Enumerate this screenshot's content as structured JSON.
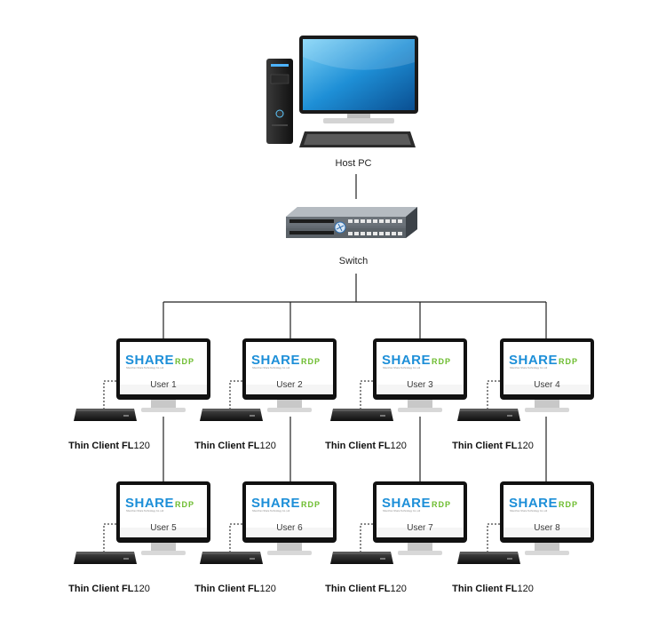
{
  "host": {
    "label": "Host PC"
  },
  "switch": {
    "label": "Switch"
  },
  "brand": {
    "share": "SHARE",
    "rdp": "RDP",
    "tagline": "Shenzhen Share Technology Co.,Ltd"
  },
  "colors": {
    "share_blue": "#1d8fd8",
    "rdp_green": "#6cbc2e",
    "line": "#222222",
    "screen_bezel": "#111111"
  },
  "thin_client": {
    "name_bold": "Thin Client FL",
    "model": "120"
  },
  "users": [
    {
      "label": "User 1"
    },
    {
      "label": "User 2"
    },
    {
      "label": "User 3"
    },
    {
      "label": "User 4"
    },
    {
      "label": "User 5"
    },
    {
      "label": "User 6"
    },
    {
      "label": "User 7"
    },
    {
      "label": "User 8"
    }
  ]
}
